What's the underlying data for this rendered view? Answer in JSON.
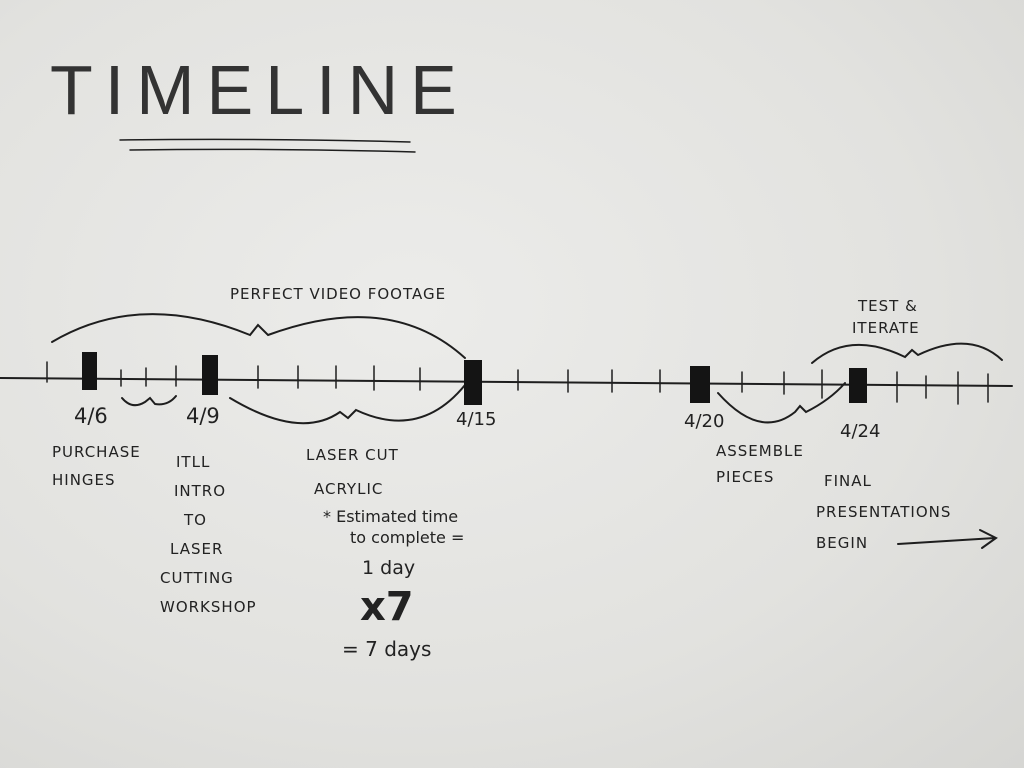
{
  "title": "TIMELINE",
  "spans": {
    "top_left": "Perfect Video Footage",
    "top_right_line1": "Test &",
    "top_right_line2": "Iterate"
  },
  "milestones": [
    {
      "date": "4/6",
      "label_lines": [
        "Purchase",
        "Hinges"
      ]
    },
    {
      "date": "4/9",
      "label_lines": [
        "ITLL",
        "Intro",
        "To",
        "Laser",
        "Cutting",
        "Workshop"
      ]
    },
    {
      "date": "4/15",
      "label_lines": [
        "Laser Cut",
        "Acrylic"
      ]
    },
    {
      "date": "4/20",
      "label_lines": [
        "Assemble",
        "Pieces"
      ]
    },
    {
      "date": "4/24",
      "label_lines": [
        "Final",
        "Presentations",
        "Begin"
      ]
    }
  ],
  "note": {
    "line1": "* Estimated time",
    "line2": "to complete =",
    "line3": "1 day",
    "line4": "x7",
    "line5": "= 7 days"
  }
}
